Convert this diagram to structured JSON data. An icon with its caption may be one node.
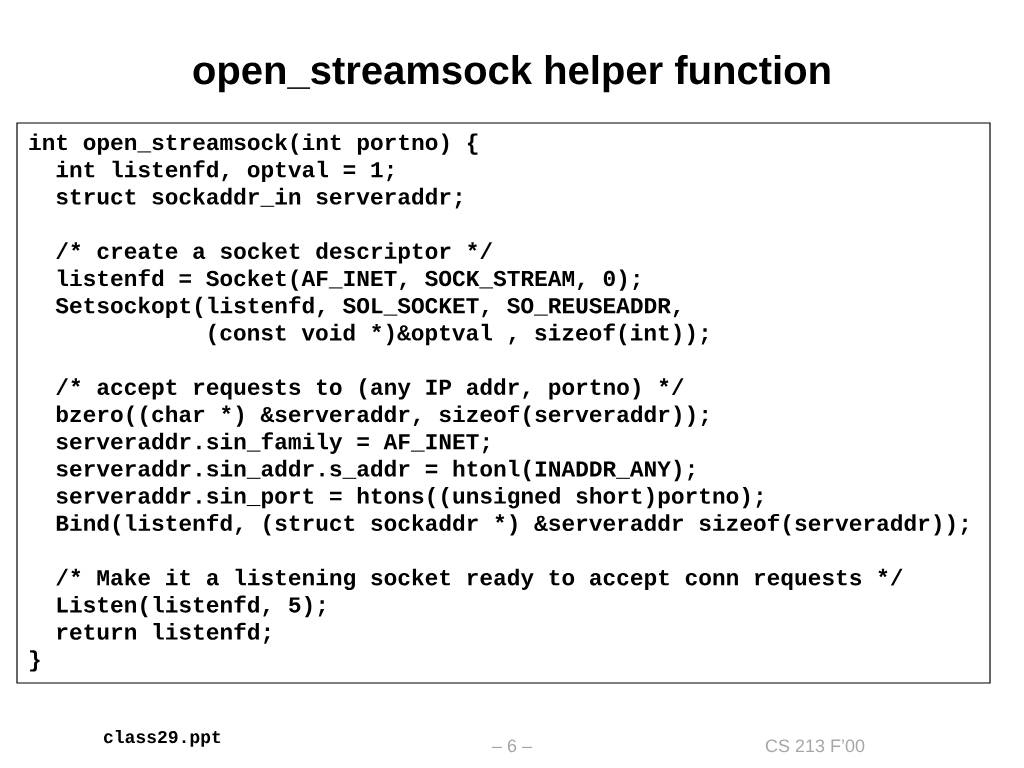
{
  "diagram": {
    "title": "open_streamsock helper function",
    "nodes": [
      {
        "text": [
          "int open_streamsock(int portno) {",
          "int listenfd, optval = 1;",
          "struct sockaddr_in serveraddr;",
          "/* create a socket descriptor */",
          "listenfd = Socket(AF_INET, SOCK_STREAM, 0);",
          "Setsockopt(listenfd, SOL_SOCKET, SO_REUSEADDR,",
          "(const void *)&optval , sizeof(int));",
          "/* accept requests to (any IP addr, portno) */",
          "bzero((char *) &serveraddr, sizeof(serveraddr));",
          "serveraddr.sin_family = AF_INET;",
          "serveraddr.sin_addr.s_addr = htonl(INADDR_ANY);",
          "serveraddr.sin_port = htons((unsigned short)portno);",
          "Bind(listenfd, (struct sockaddr *) &serveraddr sizeof(serveraddr));",
          "/* Make it a listening socket ready to accept conn requests */",
          "Listen(listenfd, 5);",
          "return listenfd;",
          "}"
        ]
      }
    ],
    "labels": [
      "class29.ppt",
      "– 6 –",
      "CS 213 F’00"
    ]
  }
}
